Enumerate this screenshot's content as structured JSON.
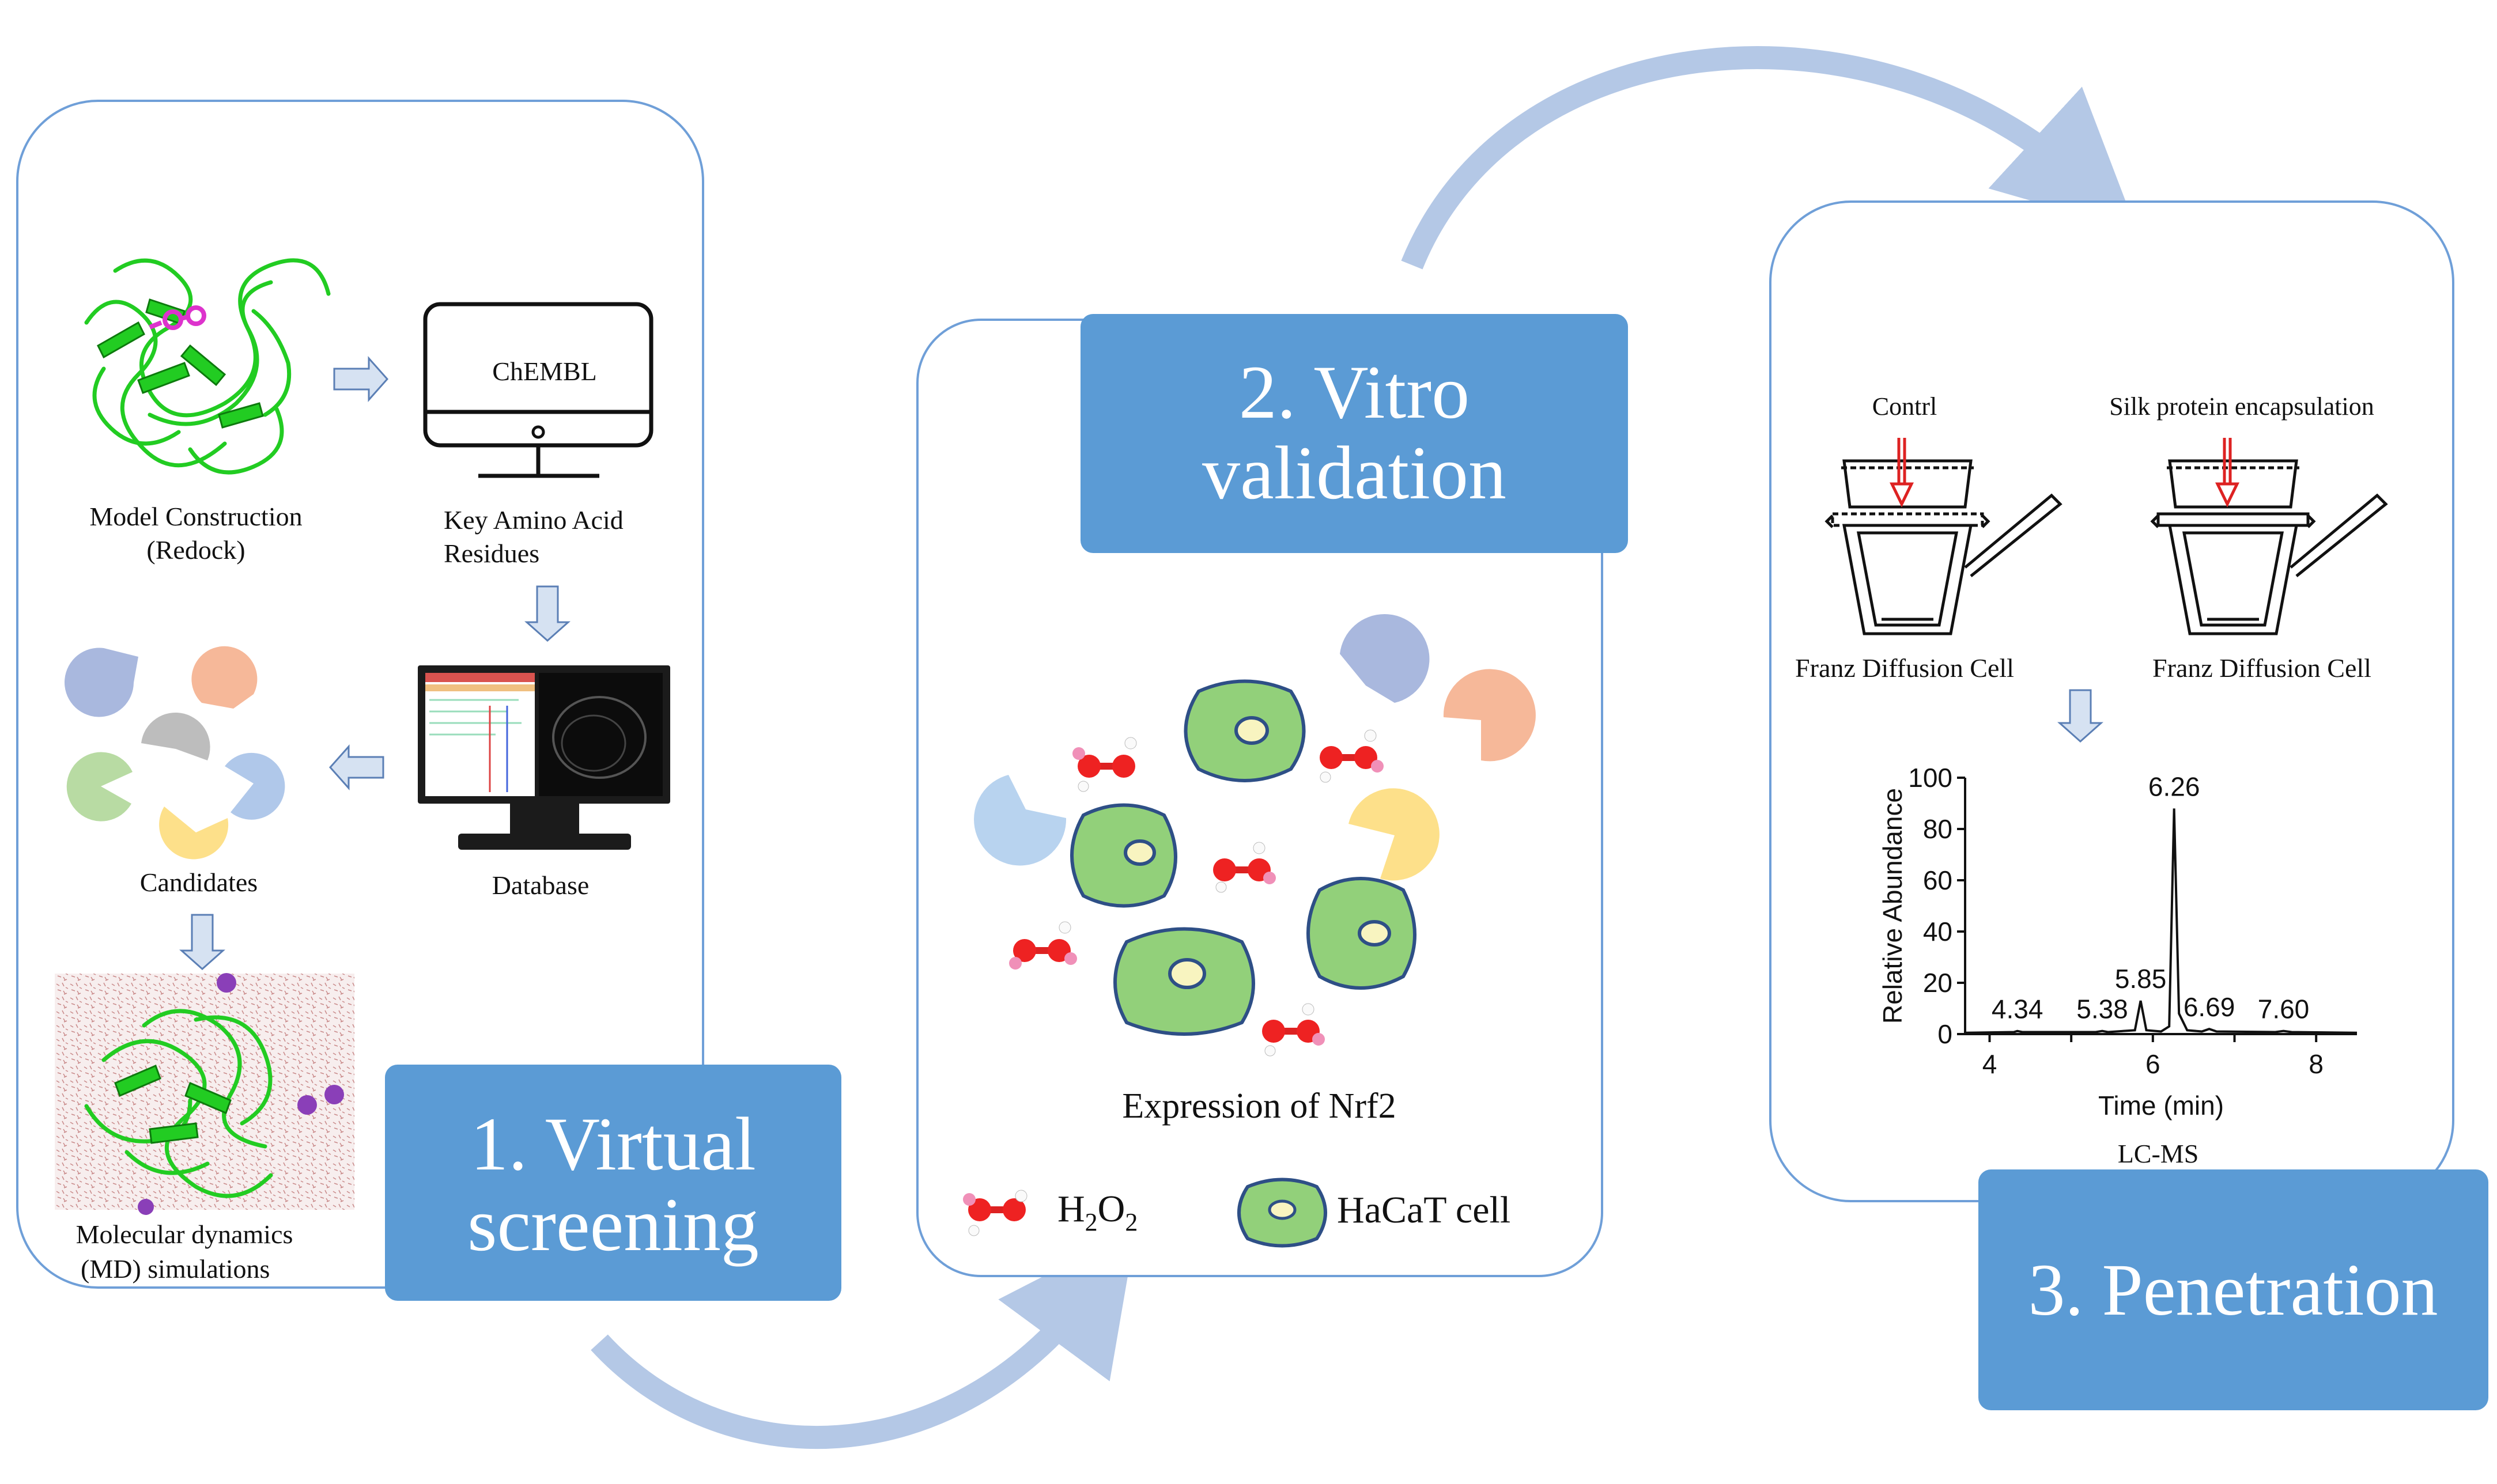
{
  "stages": {
    "virtual": {
      "line1": "1. Virtual",
      "line2": "screening"
    },
    "vitro": {
      "line1": "2. Vitro",
      "line2": "validation"
    },
    "penetration": {
      "title": "3. Penetration"
    }
  },
  "panel1": {
    "model_label_1": "Model Construction",
    "model_label_2": "(Redock)",
    "monitor_text": "ChEMBL",
    "key_label_1": "Key Amino Acid",
    "key_label_2": "Residues",
    "database_label": "Database",
    "candidates_label": "Candidates",
    "md_label_1": "Molecular dynamics",
    "md_label_2": "(MD) simulations"
  },
  "panel2": {
    "expression_label": "Expression  of Nrf2",
    "legend_h2o2": "H",
    "legend_h2o2_sub1": "2",
    "legend_h2o2_o": "O",
    "legend_h2o2_sub2": "2",
    "legend_cell": "HaCaT cell"
  },
  "panel3": {
    "control_label": "Contrl",
    "silk_label": "Silk protein encapsulation",
    "franz_left": "Franz Diffusion Cell",
    "franz_right": "Franz Diffusion Cell",
    "lcms_label": "LC-MS"
  },
  "colors": {
    "accent_blue": "#5b9bd5",
    "panel_border": "#6f9fd8",
    "cell_green": "#92d07a",
    "cell_border": "#2e4f86",
    "protein_green": "#22cc22"
  },
  "chart_data": {
    "type": "line",
    "xlabel": "Time (min)",
    "ylabel": "Relative Abundance",
    "xlim": [
      3.7,
      8.5
    ],
    "ylim": [
      0,
      100
    ],
    "xticks": [
      4,
      6,
      8
    ],
    "yticks": [
      0,
      20,
      40,
      60,
      80,
      100
    ],
    "series": [
      {
        "x": [
          3.7,
          4.3,
          4.34,
          4.4,
          5.3,
          5.38,
          5.45,
          5.78,
          5.85,
          5.92,
          6.1,
          6.2,
          6.26,
          6.32,
          6.42,
          6.6,
          6.69,
          6.78,
          7.5,
          7.6,
          7.7,
          8.5
        ],
        "values": [
          0.5,
          0.8,
          1.2,
          0.8,
          0.8,
          1.2,
          0.8,
          1.5,
          13,
          1.5,
          1,
          3,
          88,
          8,
          1.5,
          1,
          2,
          1,
          0.8,
          1.2,
          0.8,
          0.5
        ]
      }
    ],
    "peak_labels": [
      "4.34",
      "5.38",
      "5.85",
      "6.26",
      "6.69",
      "7.60"
    ]
  }
}
